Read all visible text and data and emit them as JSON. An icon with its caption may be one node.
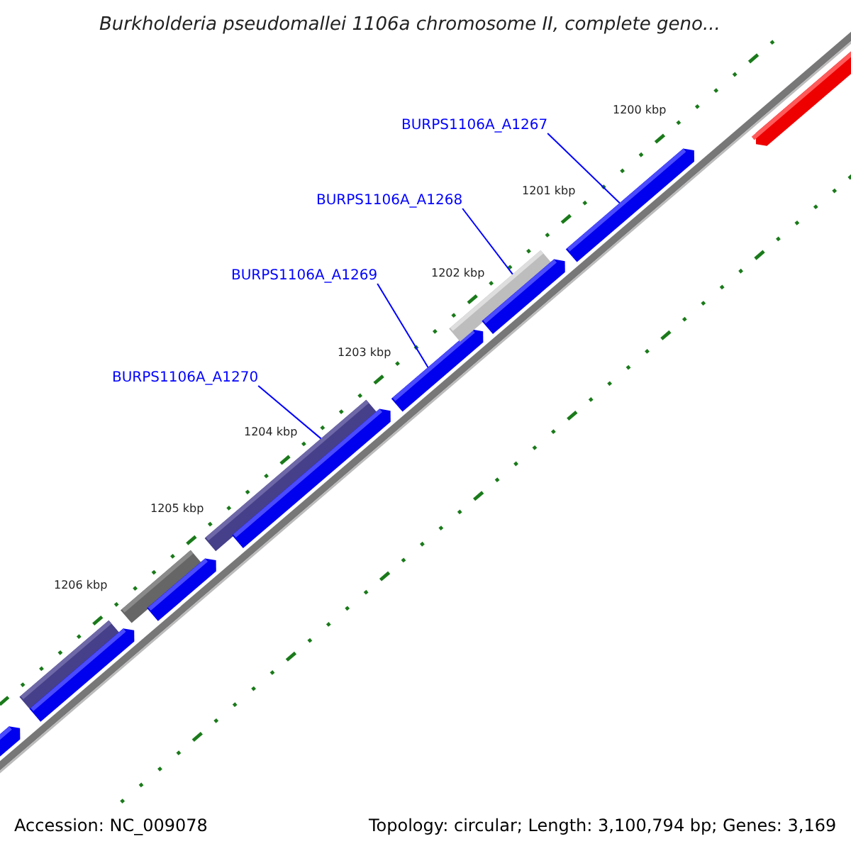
{
  "diagram": {
    "title": "Burkholderia pseudomallei 1106a chromosome II, complete geno...",
    "nodes": [
      {
        "text": [
          "BURPS1106A_A1267"
        ]
      },
      {
        "text": [
          "BURPS1106A_A1268"
        ]
      },
      {
        "text": [
          "BURPS1106A_A1269"
        ]
      },
      {
        "text": [
          "BURPS1106A_A1270"
        ]
      },
      {
        "text": [],
        "shape": "bar"
      },
      {
        "text": [],
        "shape": "bar"
      },
      {
        "text": [],
        "shape": "bar"
      },
      {
        "text": [],
        "shape": "bar"
      },
      {
        "text": [],
        "shape": "bar"
      },
      {
        "text": [],
        "shape": "bar"
      },
      {
        "text": [],
        "shape": "bar"
      },
      {
        "text": [],
        "shape": "bar"
      },
      {
        "text": [],
        "shape": "bar"
      },
      {
        "text": [],
        "shape": "bar"
      },
      {
        "text": [],
        "shape": "bar"
      },
      {
        "text": [],
        "shape": "bar"
      }
    ],
    "edges": [
      {
        "from": 0,
        "to": 14,
        "arrow": "none",
        "color": "#0000ff"
      },
      {
        "from": 1,
        "to": 12,
        "arrow": "none",
        "color": "#0000ff"
      },
      {
        "from": 2,
        "to": 11,
        "arrow": "none",
        "color": "#0000ff"
      },
      {
        "from": 3,
        "to": 9,
        "arrow": "none",
        "color": "#0000ff"
      }
    ],
    "labels": [
      "1200 kbp",
      "1201 kbp",
      "1202 kbp",
      "1203 kbp",
      "1204 kbp",
      "1205 kbp",
      "1206 kbp",
      "Accession: NC_009078",
      "Topology: circular; Length: 3,100,794 bp; Genes: 3,169"
    ]
  }
}
